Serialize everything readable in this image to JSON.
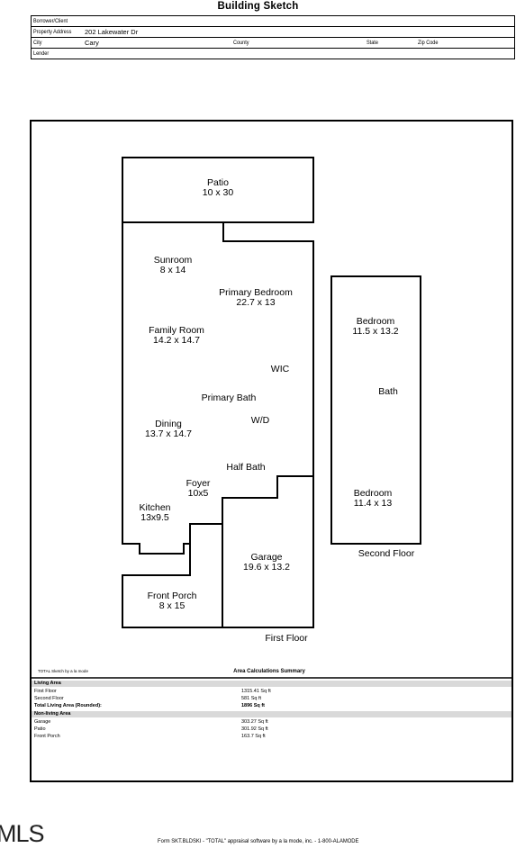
{
  "header": {
    "title": "Building Sketch"
  },
  "info": {
    "borrower_label": "Borrower/Client",
    "address_label": "Property Address",
    "address_value": "202 Lakewater Dr",
    "city_label": "City",
    "city_value": "Cary",
    "county_label": "County",
    "state_label": "State",
    "zip_label": "Zip Code",
    "lender_label": "Lender"
  },
  "rooms": {
    "patio": {
      "name": "Patio",
      "dims": "10 x 30"
    },
    "sunroom": {
      "name": "Sunroom",
      "dims": "8 x 14"
    },
    "primary_bedroom": {
      "name": "Primary Bedroom",
      "dims": "22.7 x 13"
    },
    "family_room": {
      "name": "Family Room",
      "dims": "14.2 x 14.7"
    },
    "wic": {
      "name": "WIC"
    },
    "primary_bath": {
      "name": "Primary Bath"
    },
    "wd": {
      "name": "W/D"
    },
    "dining": {
      "name": "Dining",
      "dims": "13.7 x 14.7"
    },
    "half_bath": {
      "name": "Half Bath"
    },
    "foyer": {
      "name": "Foyer",
      "dims": "10x5"
    },
    "kitchen": {
      "name": "Kitchen",
      "dims": "13x9.5"
    },
    "garage": {
      "name": "Garage",
      "dims": "19.6 x 13.2"
    },
    "front_porch": {
      "name": "Front Porch",
      "dims": "8 x 15"
    },
    "bedroom_1": {
      "name": "Bedroom",
      "dims": "11.5 x 13.2"
    },
    "bath": {
      "name": "Bath"
    },
    "bedroom_2": {
      "name": "Bedroom",
      "dims": "11.4 x 13"
    }
  },
  "floors": {
    "first": "First Floor",
    "second": "Second Floor"
  },
  "summary": {
    "credit": "TOTAL Sketch by a la mode",
    "title": "Area Calculations Summary",
    "living_header": "Living Area",
    "first_floor_label": "First Floor",
    "first_floor_value": "1315.41 Sq ft",
    "second_floor_label": "Second Floor",
    "second_floor_value": "581 Sq ft",
    "total_label": "Total Living Area (Rounded):",
    "total_value": "1896 Sq ft",
    "nonliving_header": "Non-living Area",
    "garage_label": "Garage",
    "garage_value": "303.27 Sq ft",
    "patio_label": "Patio",
    "patio_value": "301.92 Sq ft",
    "porch_label": "Front Porch",
    "porch_value": "163.7 Sq ft"
  },
  "footer": {
    "logo": "MLS",
    "text": "Form SKT.BLDSKI - \"TOTAL\" appraisal software by a la mode, inc. - 1-800-ALAMODE"
  }
}
